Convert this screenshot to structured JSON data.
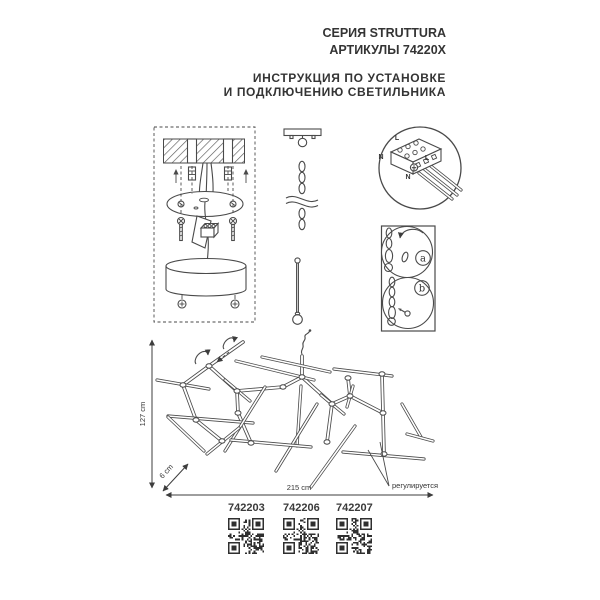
{
  "header": {
    "series": "СЕРИЯ STRUTTURA",
    "articles_line": "АРТИКУЛЫ 74220X",
    "instruction_line1": "ИНСТРУКЦИЯ ПО УСТАНОВКЕ",
    "instruction_line2": "И ПОДКЛЮЧЕНИЮ СВЕТИЛЬНИКА"
  },
  "wiring_detail": {
    "terminal_label_l": "L",
    "terminal_label_n": "N",
    "supply_label_l": "L",
    "supply_label_n": "N"
  },
  "assembly_steps": {
    "step_a": "a",
    "step_b": "b"
  },
  "dimensions": {
    "height": "127 cm",
    "depth": "6 cm",
    "width": "215 cm",
    "adjustable_note": "регулируется"
  },
  "articles": [
    "742203",
    "742206",
    "742207"
  ],
  "colors": {
    "ink": "#343434",
    "line_art": "#4a4a4a",
    "background": "#ffffff"
  }
}
